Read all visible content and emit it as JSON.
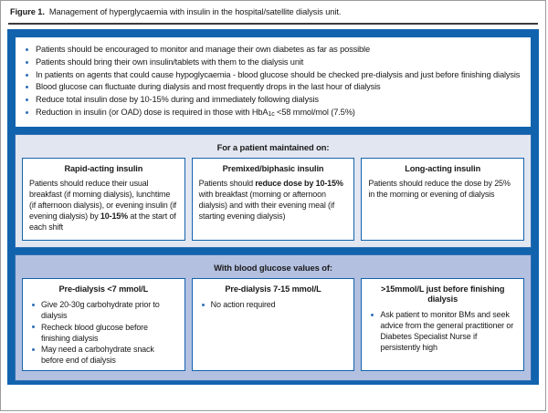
{
  "caption": {
    "figure_label": "Figure 1.",
    "text": "Management of hyperglycaemia with insulin in the hospital/satellite dialysis unit."
  },
  "colors": {
    "frame_blue": "#1263ad",
    "border_blue": "#2f6fb5",
    "panel_lavender": "#e2e6f0",
    "panel_blue": "#b3c0e0",
    "bullet_blue": "#2f6fb5"
  },
  "general_guidance": {
    "bullets": [
      "Patients should be encouraged to monitor and manage their own diabetes as far as possible",
      "Patients should bring their own insulin/tablets with them to the dialysis unit",
      "In patients on agents that could cause hypoglycaemia - blood glucose should be checked pre-dialysis and just before finishing dialysis",
      "Blood glucose can fluctuate during dialysis and most frequently drops in the last hour of dialysis",
      "Reduce total insulin dose by 10-15% during and immediately following dialysis"
    ],
    "bullet_hba1c_prefix": "Reduction in insulin (or OAD) dose is required in those with HbA",
    "bullet_hba1c_sub": "1c",
    "bullet_hba1c_suffix": " <58 mmol/mol (7.5%)"
  },
  "insulin_section": {
    "title": "For a patient maintained on:",
    "columns": [
      {
        "title": "Rapid-acting insulin",
        "body_pre": "Patients should reduce their usual breakfast (if morning dialysis), lunchtime (if afternoon dialysis), or evening insulin (if evening dialysis) by ",
        "body_bold": "10-15%",
        "body_post": " at the start of each shift"
      },
      {
        "title": "Premixed/biphasic insulin",
        "body_pre": "Patients should ",
        "body_bold": "reduce dose by 10-15%",
        "body_post": " with breakfast (morning or afternoon dialysis) and with their evening meal (if starting evening dialysis)"
      },
      {
        "title": "Long-acting insulin",
        "body_pre": "Patients should reduce the dose by 25% in the morning or evening of dialysis",
        "body_bold": "",
        "body_post": ""
      }
    ]
  },
  "glucose_section": {
    "title": "With blood glucose values of:",
    "columns": [
      {
        "title": "Pre-dialysis <7 mmol/L",
        "bullets": [
          "Give 20-30g carbohydrate prior to dialysis",
          "Recheck blood glucose before finishing dialysis",
          "May need a carbohydrate snack before end of dialysis"
        ]
      },
      {
        "title": "Pre-dialysis 7-15 mmol/L",
        "bullets": [
          "No action required"
        ]
      },
      {
        "title": ">15mmol/L just before finishing dialysis",
        "bullets": [
          "Ask patient to monitor BMs and seek advice from the general practitioner or Diabetes Specialist Nurse if persistently high"
        ]
      }
    ]
  }
}
